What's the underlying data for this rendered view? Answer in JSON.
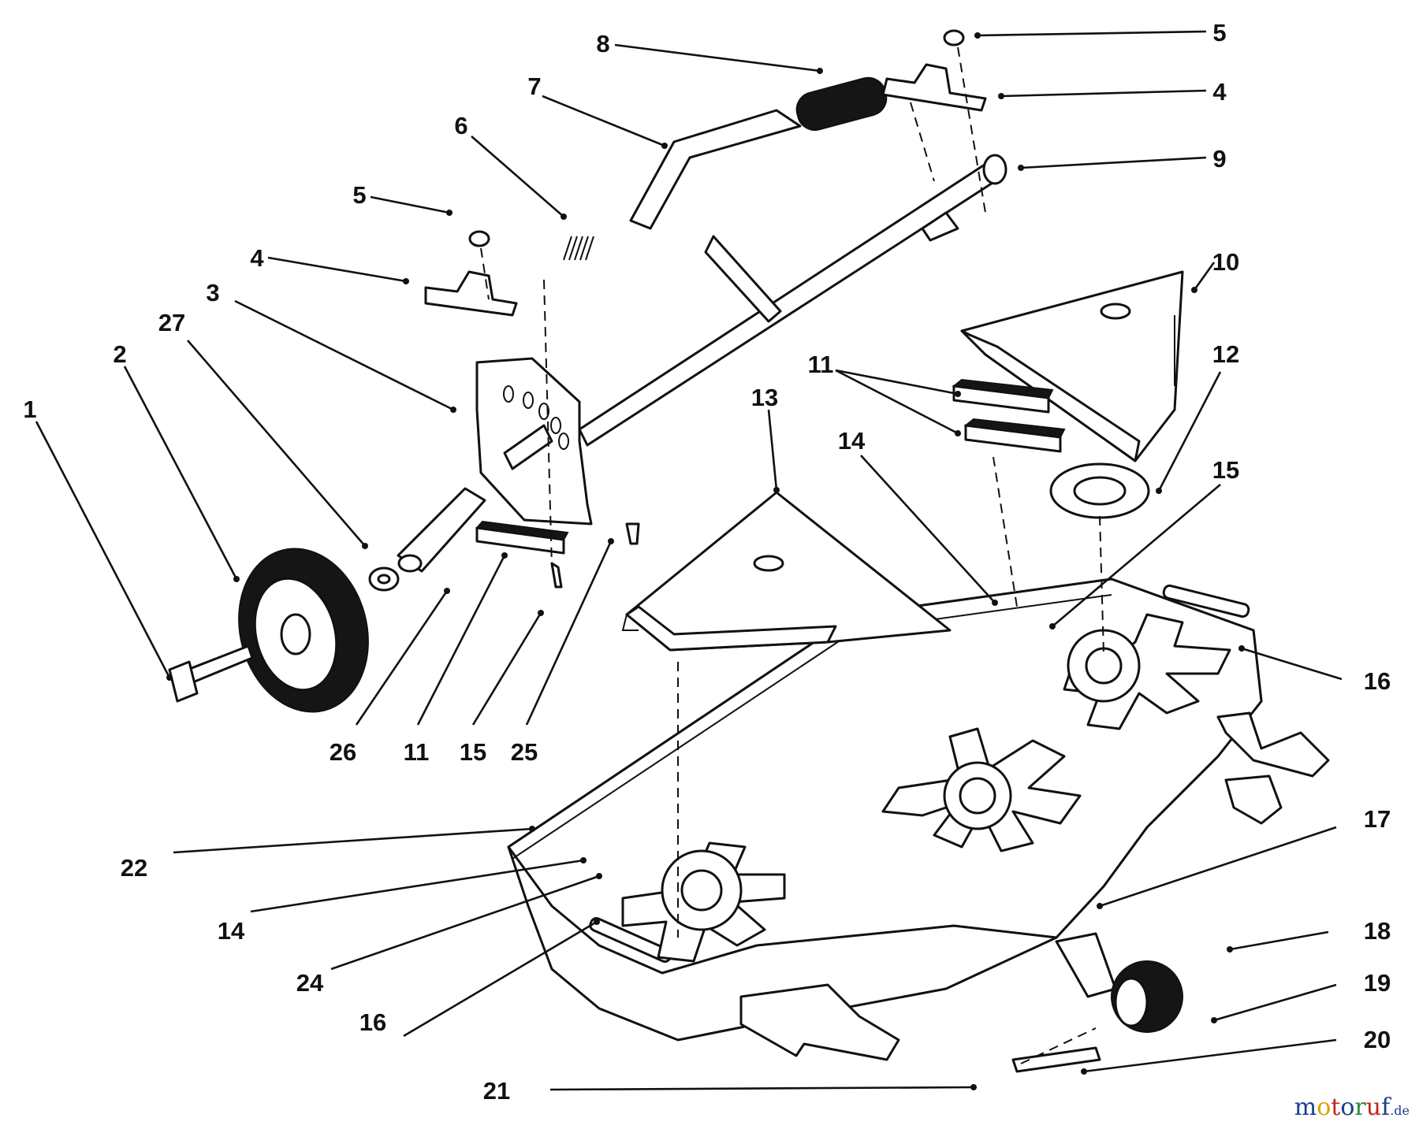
{
  "callouts": {
    "c1": "1",
    "c2": "2",
    "c3": "3",
    "c4a": "4",
    "c4b": "4",
    "c5a": "5",
    "c5b": "5",
    "c6": "6",
    "c7": "7",
    "c8": "8",
    "c9": "9",
    "c10": "10",
    "c11a": "11",
    "c11b": "11",
    "c12": "12",
    "c13": "13",
    "c14a": "14",
    "c14b": "14",
    "c15a": "15",
    "c15b": "15",
    "c16a": "16",
    "c16b": "16",
    "c17": "17",
    "c18": "18",
    "c19": "19",
    "c20": "20",
    "c21": "21",
    "c22": "22",
    "c24": "24",
    "c25": "25",
    "c26": "26",
    "c27": "27"
  },
  "watermark": {
    "text": "motoruf",
    "suffix": ".de",
    "colors": [
      "#1a3f8c",
      "#d9a400",
      "#c4261d",
      "#1a3f8c",
      "#2e8b3a",
      "#c4261d",
      "#1a3f8c"
    ]
  }
}
